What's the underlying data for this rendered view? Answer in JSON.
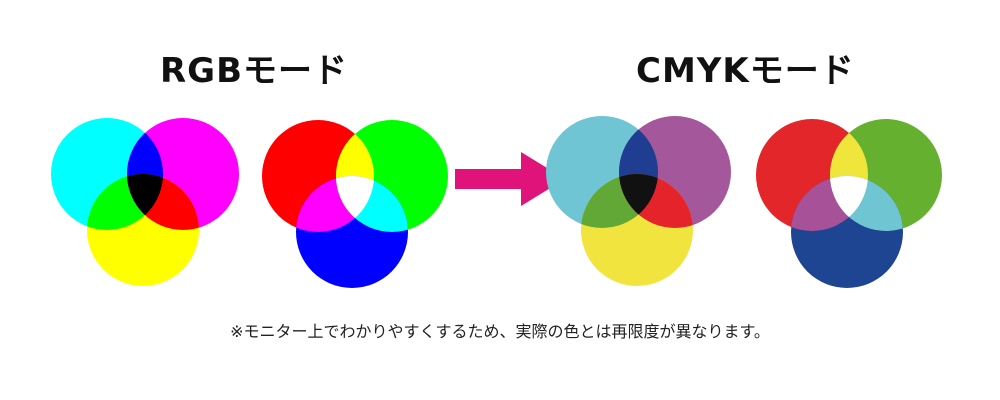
{
  "titles": {
    "rgb": "RGBモード",
    "cmyk": "CMYKモード"
  },
  "note": "※モニター上でわかりやすくするため、実際の色とは再限度が異なります。",
  "arrow_color": "#e0137a",
  "diagrams": [
    {
      "id": "rgb-subtractive",
      "circles": {
        "top_left": "#00ffff",
        "top_right": "#ff00ff",
        "bottom": "#ffff00"
      },
      "overlaps": {
        "top": "#0000ff",
        "left": "#00ff00",
        "right": "#ff0000",
        "center": "#000000"
      }
    },
    {
      "id": "rgb-additive",
      "circles": {
        "top_left": "#ff0000",
        "top_right": "#00ff00",
        "bottom": "#0000ff"
      },
      "overlaps": {
        "top": "#ffff00",
        "left": "#ff00ff",
        "right": "#00ffff",
        "center": "#ffffff"
      }
    },
    {
      "id": "cmyk-subtractive",
      "circles": {
        "top_left": "#6fc5d3",
        "top_right": "#a5579c",
        "bottom": "#f1e43e"
      },
      "overlaps": {
        "top": "#1f3e91",
        "left": "#62a837",
        "right": "#e4232a",
        "center": "#111111"
      }
    },
    {
      "id": "cmyk-additive",
      "circles": {
        "top_left": "#e3262a",
        "top_right": "#66b02f",
        "bottom": "#1e4592"
      },
      "overlaps": {
        "top": "#efe53b",
        "left": "#a75198",
        "right": "#6fc6d2",
        "center": "#ffffff"
      }
    }
  ]
}
